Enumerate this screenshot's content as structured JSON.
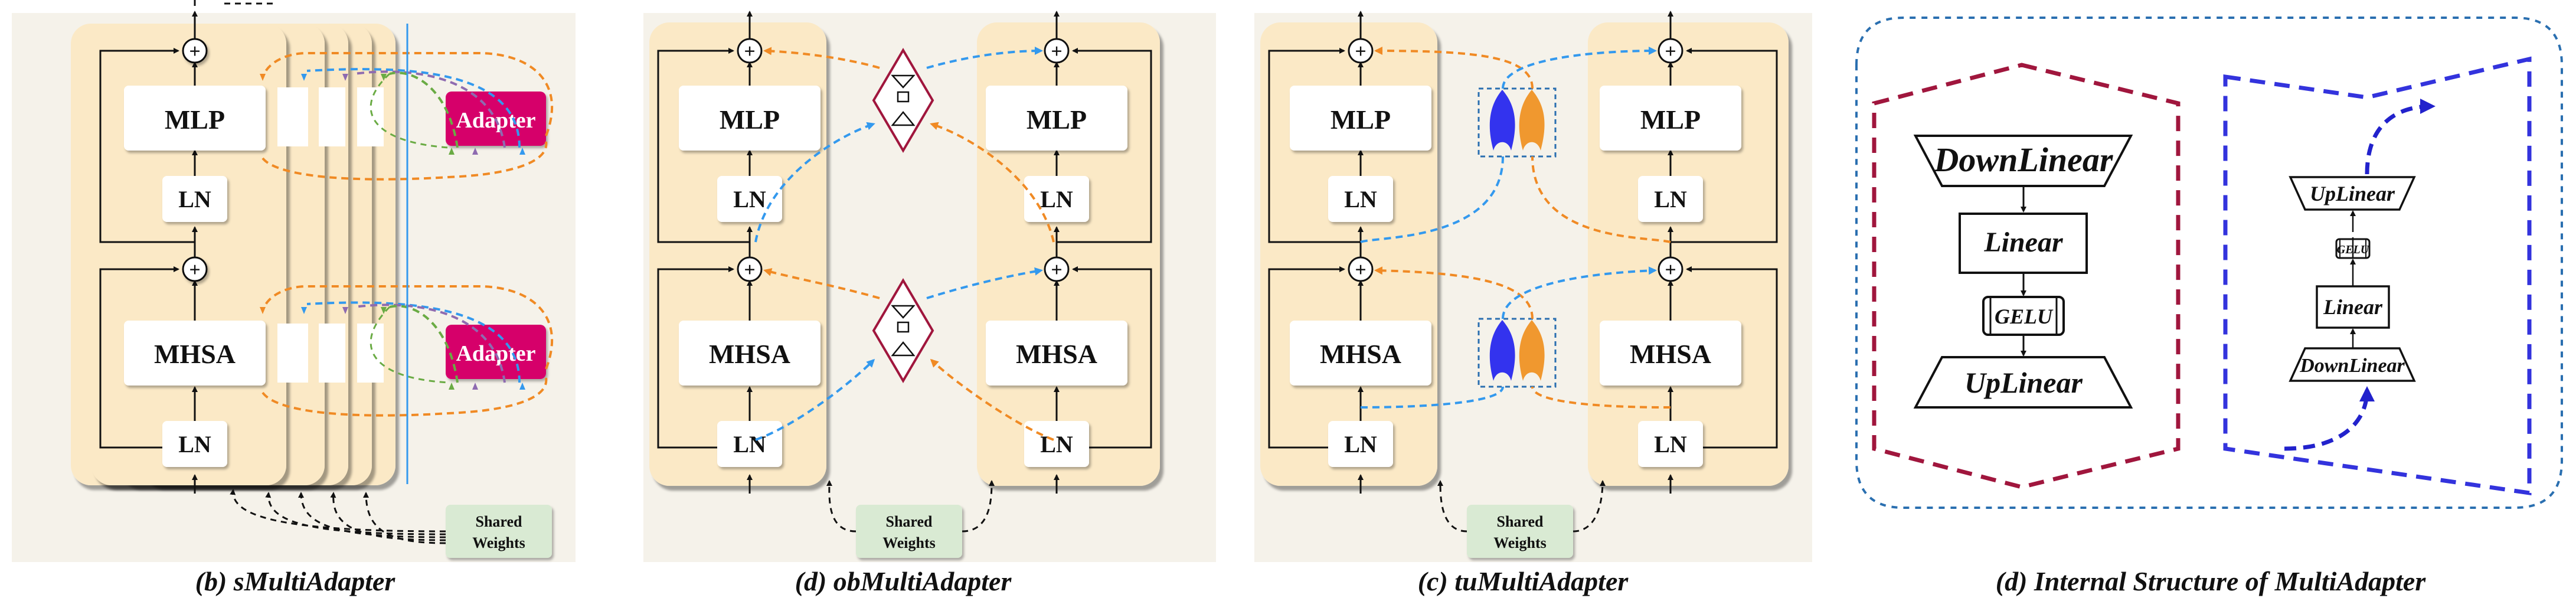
{
  "panels": {
    "b": {
      "caption": "(b)  sMultiAdapter",
      "mlp": "MLP",
      "ln": "LN",
      "mhsa": "MHSA",
      "adapter": "Adapter",
      "shared": [
        "Shared",
        "Weights"
      ]
    },
    "d": {
      "caption": "(d) obMultiAdapter",
      "mlp": "MLP",
      "ln": "LN",
      "mhsa": "MHSA",
      "shared": [
        "Shared",
        "Weights"
      ]
    },
    "c": {
      "caption": "(c)  tuMultiAdapter",
      "mlp": "MLP",
      "ln": "LN",
      "mhsa": "MHSA",
      "shared": [
        "Shared",
        "Weights"
      ]
    },
    "internal": {
      "caption": "(d) Internal Structure of MultiAdapter",
      "left": {
        "down": "DownLinear",
        "linear": "Linear",
        "gelu": "GELU",
        "up": "UpLinear"
      },
      "right": {
        "up": "UpLinear",
        "gelu": "GELU",
        "linear": "Linear",
        "down": "DownLinear"
      }
    }
  },
  "symbols": {
    "plus": "+"
  },
  "colors": {
    "block": "#fbe9c6",
    "panel_bg": "#f5f2ea",
    "adapter": "#d6006b",
    "shared": "#d9ead3",
    "orange": "#f08a24",
    "blue": "#3399ee",
    "purple": "#8e6bb0",
    "green": "#6aab44",
    "crimson": "#a0163d",
    "royal": "#3333dd",
    "darkblue": "#2222cc",
    "dotted": "#2a6fb0"
  }
}
